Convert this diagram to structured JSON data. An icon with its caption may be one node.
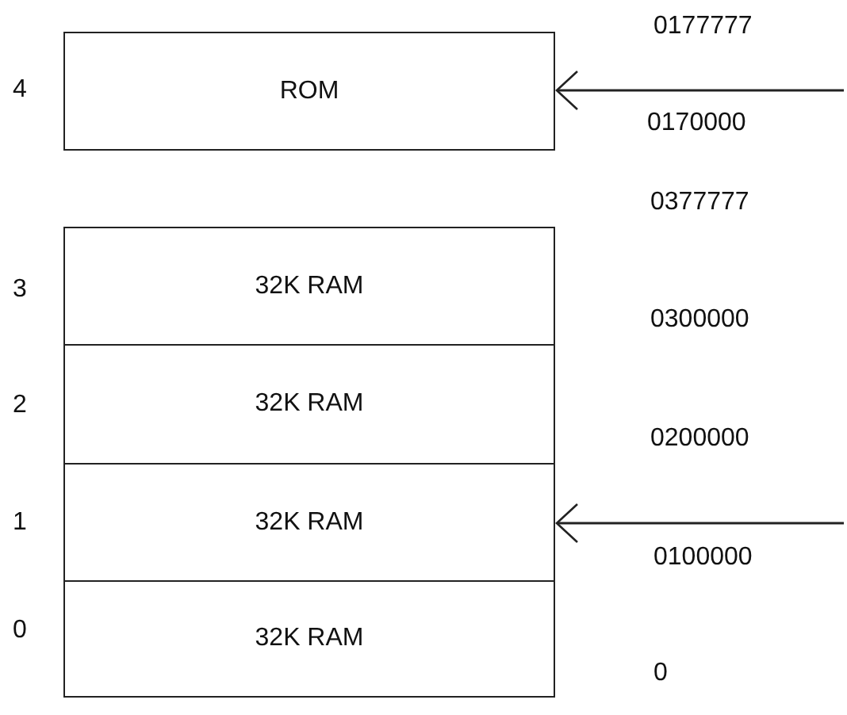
{
  "diagram": {
    "nodes": [
      {
        "text": [
          "ROM"
        ],
        "beside": [
          "4"
        ]
      },
      {
        "text": [
          "32K RAM"
        ],
        "beside": [
          "3"
        ]
      },
      {
        "text": [
          "32K RAM"
        ],
        "beside": [
          "2"
        ]
      },
      {
        "text": [
          "32K RAM"
        ],
        "beside": [
          "1"
        ]
      },
      {
        "text": [
          "32K RAM"
        ],
        "beside": [
          "0"
        ]
      }
    ],
    "edges": [
      {
        "from": null,
        "to": 0,
        "arrow": "to"
      },
      {
        "from": null,
        "to": 3,
        "arrow": "to"
      }
    ],
    "labels": [
      "0177777",
      "0170000",
      "0377777",
      "0300000",
      "0200000",
      "0100000",
      "0"
    ]
  }
}
